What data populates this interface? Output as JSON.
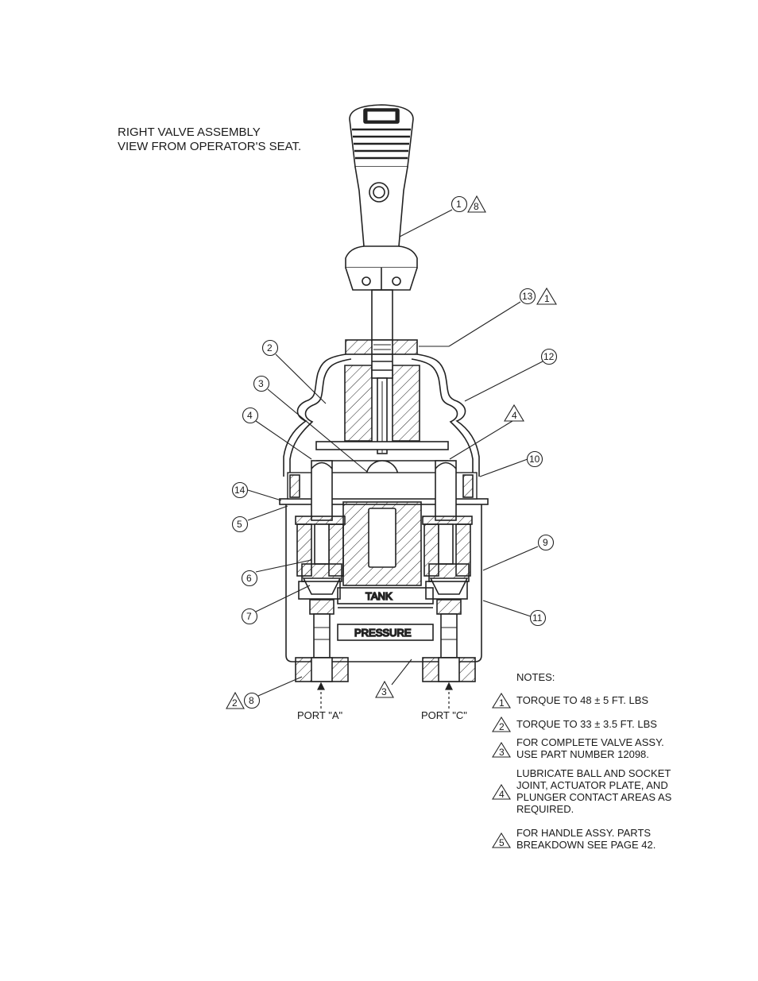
{
  "title": {
    "line1": "RIGHT VALVE ASSEMBLY",
    "line2": "VIEW FROM OPERATOR'S SEAT."
  },
  "labels": {
    "tank": "TANK",
    "pressure": "PRESSURE",
    "port_a": "PORT \"A\"",
    "port_c": "PORT \"C\""
  },
  "callouts": {
    "c1": "1",
    "c8a": "8",
    "c13": "13",
    "t1": "1",
    "c2": "2",
    "c12": "12",
    "c3": "3",
    "c4": "4",
    "t4": "4",
    "c10": "10",
    "c14": "14",
    "c5": "5",
    "c9": "9",
    "c6": "6",
    "c11": "11",
    "c7": "7",
    "t2": "2",
    "c8b": "8",
    "t3": "3"
  },
  "notes": {
    "header": "NOTES:",
    "items": [
      {
        "num": "1",
        "lines": [
          "TORQUE TO 48 ±  5 FT. LBS"
        ]
      },
      {
        "num": "2",
        "lines": [
          "TORQUE TO 33 ±  3.5 FT. LBS"
        ]
      },
      {
        "num": "3",
        "lines": [
          "FOR COMPLETE VALVE ASSY.",
          "USE PART NUMBER 12098."
        ]
      },
      {
        "num": "4",
        "lines": [
          "LUBRICATE BALL AND SOCKET",
          "JOINT, ACTUATOR PLATE, AND",
          "PLUNGER  CONTACT AREAS AS",
          "REQUIRED."
        ]
      },
      {
        "num": "5",
        "lines": [
          "FOR HANDLE ASSY. PARTS",
          "BREAKDOWN SEE PAGE 42."
        ]
      }
    ]
  }
}
